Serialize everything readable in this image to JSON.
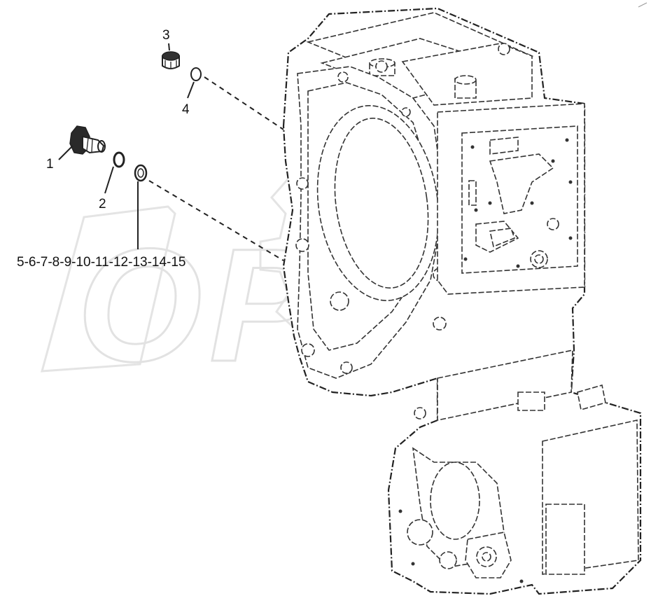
{
  "diagram": {
    "watermark": "OPEX",
    "callouts": {
      "part_1": "1",
      "part_2": "2",
      "part_3": "3",
      "part_4": "4",
      "parts_5_15": "5-6-7-8-9-10-11-12-13-14-15"
    }
  }
}
